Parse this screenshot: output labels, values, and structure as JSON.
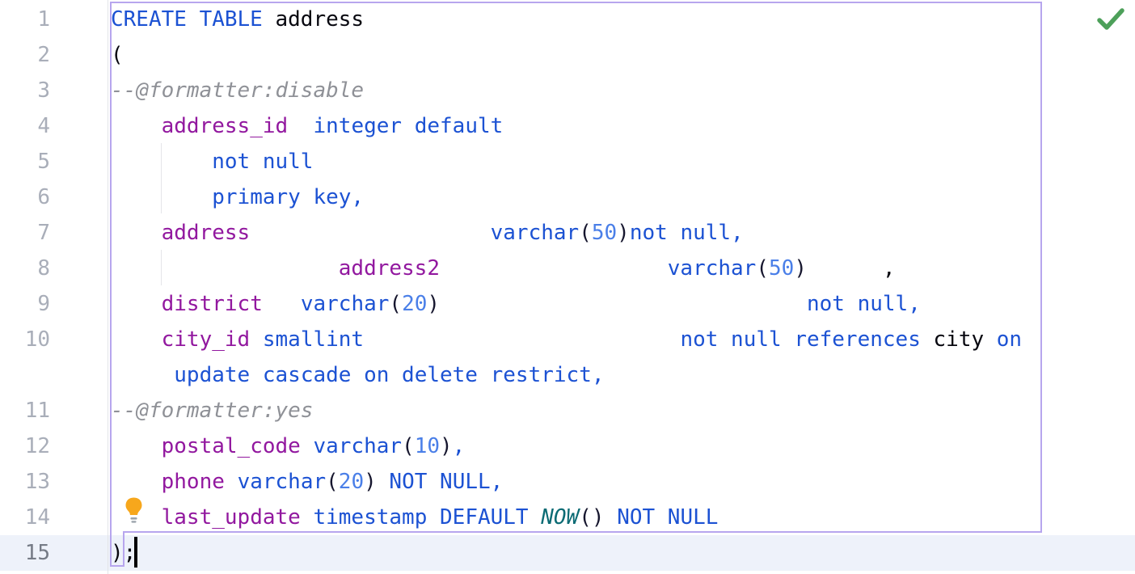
{
  "editor": {
    "language": "SQL",
    "caret_after": ");",
    "current_line": "15",
    "colors": {
      "keyword": "#1c52d3",
      "number": "#4a7fe8",
      "column_name": "#92189f",
      "comment": "#8f9197",
      "function_call": "#0b6b74",
      "plain_text": "#07070f",
      "statement_border": "#b7a6ee",
      "current_line_bg": "#eef2fa",
      "line_number": "#a9aeb9",
      "current_line_number": "#757b86",
      "inspection_ok_green": "#4da05a",
      "bulb_yellow": "#f7a71c"
    },
    "icons": {
      "intention": "lightbulb-icon",
      "inspection_status": "checkmark-icon"
    },
    "lines": [
      {
        "num": "1",
        "segments": [
          {
            "t": "CREATE TABLE ",
            "c": "kw"
          },
          {
            "t": "address",
            "c": "pl"
          }
        ]
      },
      {
        "num": "2",
        "segments": [
          {
            "t": "(",
            "c": "pl"
          }
        ]
      },
      {
        "num": "3",
        "segments": [
          {
            "t": "--@formatter:disable",
            "c": "cm"
          }
        ]
      },
      {
        "num": "4",
        "segments": [
          {
            "t": "    ",
            "c": "pl"
          },
          {
            "t": "address_id",
            "c": "fld"
          },
          {
            "t": "  ",
            "c": "pl"
          },
          {
            "t": "integer default",
            "c": "kw"
          }
        ]
      },
      {
        "num": "5",
        "segments": [
          {
            "t": "        ",
            "c": "pl"
          },
          {
            "t": "not null",
            "c": "kw"
          }
        ]
      },
      {
        "num": "6",
        "segments": [
          {
            "t": "        ",
            "c": "pl"
          },
          {
            "t": "primary key,",
            "c": "kw"
          }
        ]
      },
      {
        "num": "7",
        "segments": [
          {
            "t": "    ",
            "c": "pl"
          },
          {
            "t": "address",
            "c": "fld"
          },
          {
            "t": "                   ",
            "c": "pl"
          },
          {
            "t": "varchar",
            "c": "kw"
          },
          {
            "t": "(",
            "c": "pr"
          },
          {
            "t": "50",
            "c": "num"
          },
          {
            "t": ")",
            "c": "pr"
          },
          {
            "t": "not null,",
            "c": "kw"
          }
        ]
      },
      {
        "num": "8",
        "segments": [
          {
            "t": "                  ",
            "c": "pl"
          },
          {
            "t": "address2",
            "c": "fld"
          },
          {
            "t": "                  ",
            "c": "pl"
          },
          {
            "t": "varchar",
            "c": "kw"
          },
          {
            "t": "(",
            "c": "pr"
          },
          {
            "t": "50",
            "c": "num"
          },
          {
            "t": ")",
            "c": "pr"
          },
          {
            "t": "      ",
            "c": "pl"
          },
          {
            "t": ",",
            "c": "pl"
          }
        ]
      },
      {
        "num": "9",
        "segments": [
          {
            "t": "    ",
            "c": "pl"
          },
          {
            "t": "district",
            "c": "fld"
          },
          {
            "t": "   ",
            "c": "pl"
          },
          {
            "t": "varchar",
            "c": "kw"
          },
          {
            "t": "(",
            "c": "pr"
          },
          {
            "t": "20",
            "c": "num"
          },
          {
            "t": ")",
            "c": "pr"
          },
          {
            "t": "                             ",
            "c": "pl"
          },
          {
            "t": "not null,",
            "c": "kw"
          }
        ]
      },
      {
        "num": "10",
        "segments": [
          {
            "t": "    ",
            "c": "pl"
          },
          {
            "t": "city_id",
            "c": "fld"
          },
          {
            "t": " ",
            "c": "pl"
          },
          {
            "t": "smallint",
            "c": "kw"
          },
          {
            "t": "                         ",
            "c": "pl"
          },
          {
            "t": "not null references",
            "c": "kw"
          },
          {
            "t": " city ",
            "c": "pl"
          },
          {
            "t": "on",
            "c": "kw"
          }
        ]
      },
      {
        "num": "",
        "segments": [
          {
            "t": "     ",
            "c": "pl"
          },
          {
            "t": "update cascade on delete restrict,",
            "c": "kw"
          }
        ]
      },
      {
        "num": "11",
        "segments": [
          {
            "t": "--@formatter:yes",
            "c": "cm"
          }
        ]
      },
      {
        "num": "12",
        "segments": [
          {
            "t": "    ",
            "c": "pl"
          },
          {
            "t": "postal_code",
            "c": "fld"
          },
          {
            "t": " ",
            "c": "pl"
          },
          {
            "t": "varchar",
            "c": "kw"
          },
          {
            "t": "(",
            "c": "pr"
          },
          {
            "t": "10",
            "c": "num"
          },
          {
            "t": ")",
            "c": "pr"
          },
          {
            "t": ",",
            "c": "kw"
          }
        ]
      },
      {
        "num": "13",
        "segments": [
          {
            "t": "    ",
            "c": "pl"
          },
          {
            "t": "phone",
            "c": "fld"
          },
          {
            "t": " ",
            "c": "pl"
          },
          {
            "t": "varchar",
            "c": "kw"
          },
          {
            "t": "(",
            "c": "pr"
          },
          {
            "t": "20",
            "c": "num"
          },
          {
            "t": ")",
            "c": "pr"
          },
          {
            "t": " ",
            "c": "pl"
          },
          {
            "t": "NOT NULL,",
            "c": "kw"
          }
        ]
      },
      {
        "num": "14",
        "segments": [
          {
            "t": "    ",
            "c": "pl"
          },
          {
            "t": "last_update",
            "c": "fld"
          },
          {
            "t": " ",
            "c": "pl"
          },
          {
            "t": "timestamp",
            "c": "kw"
          },
          {
            "t": " ",
            "c": "pl"
          },
          {
            "t": "DEFAULT",
            "c": "kw"
          },
          {
            "t": " ",
            "c": "pl"
          },
          {
            "t": "NOW",
            "c": "fn"
          },
          {
            "t": "()",
            "c": "pr"
          },
          {
            "t": " ",
            "c": "pl"
          },
          {
            "t": "NOT NULL",
            "c": "kw"
          }
        ]
      },
      {
        "num": "15",
        "current": true,
        "segments": [
          {
            "t": ");",
            "c": "pl"
          }
        ]
      }
    ]
  }
}
